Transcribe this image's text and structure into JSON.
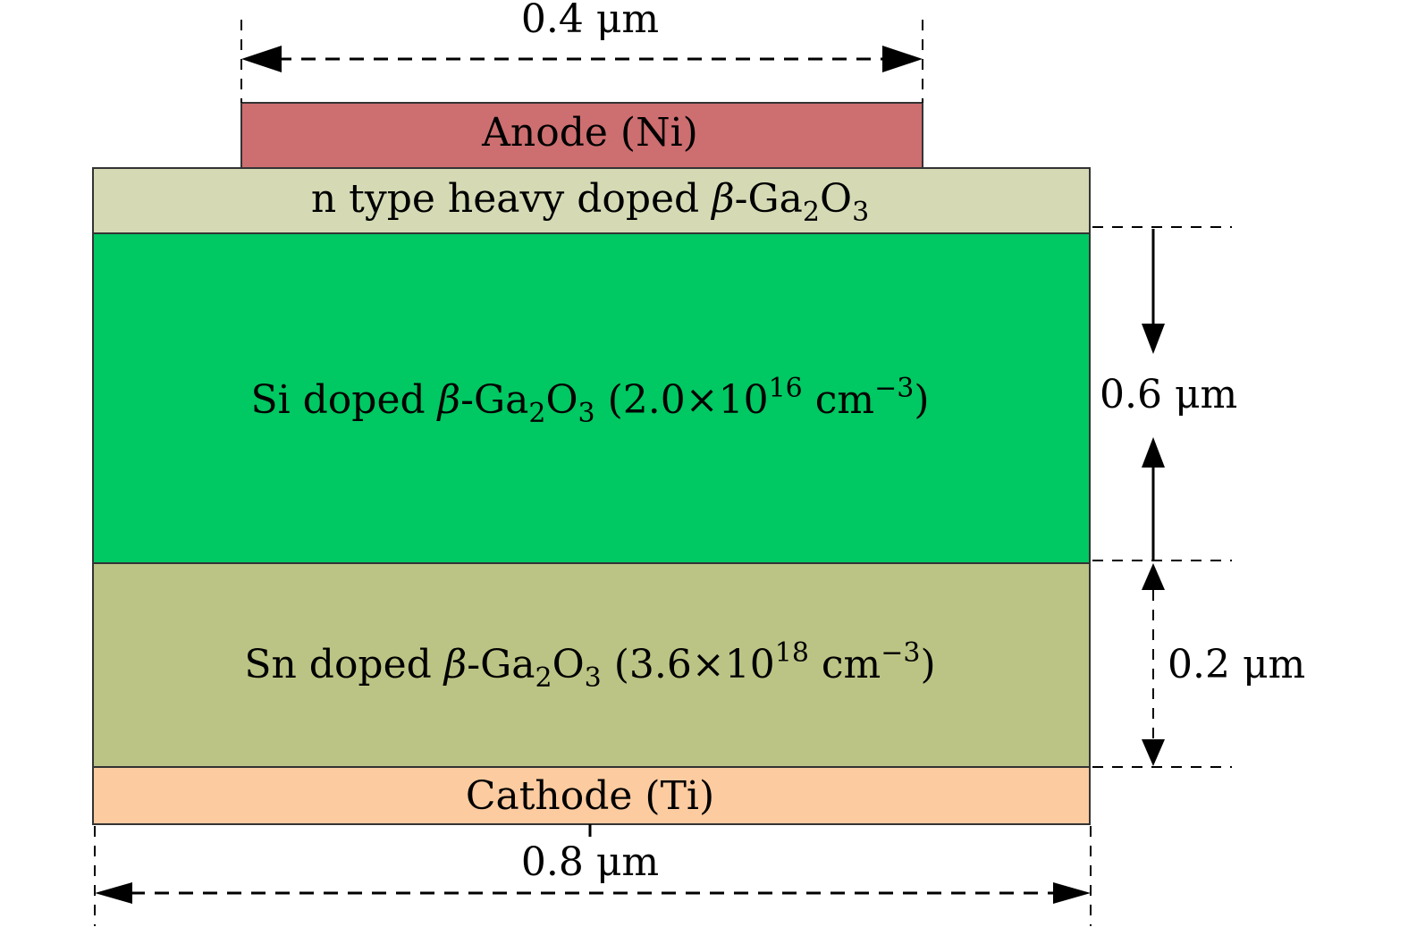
{
  "colors": {
    "anode": "#cd6e70",
    "n_heavy": "#d5dab5",
    "si_layer": "#00c862",
    "sn_layer": "#bcc485",
    "cathode": "#fccba0"
  },
  "layers": {
    "anode": {
      "label": "Anode (Ni)"
    },
    "n_heavy": {
      "prefix": "n type heavy doped ",
      "beta": "β",
      "formula": "-Ga",
      "sub1": "2",
      "mid": "O",
      "sub2": "3"
    },
    "si": {
      "prefix": "Si doped ",
      "beta": "β",
      "formula": "-Ga",
      "sub1": "2",
      "mid": "O",
      "sub2": "3",
      "conc": " (2.0×10",
      "exp": "16",
      "unit": " cm",
      "unit_exp": "−3",
      "close": ")"
    },
    "sn": {
      "prefix": "Sn doped ",
      "beta": "β",
      "formula": "-Ga",
      "sub1": "2",
      "mid": "O",
      "sub2": "3",
      "conc": " (3.6×10",
      "exp": "18",
      "unit": " cm",
      "unit_exp": "−3",
      "close": ")"
    },
    "cathode": {
      "label": "Cathode (Ti)"
    }
  },
  "dimensions": {
    "anode_width": "0.4 μm",
    "si_thickness": "0.6 μm",
    "sn_thickness": "0.2 μm",
    "device_width": "0.8 μm"
  }
}
